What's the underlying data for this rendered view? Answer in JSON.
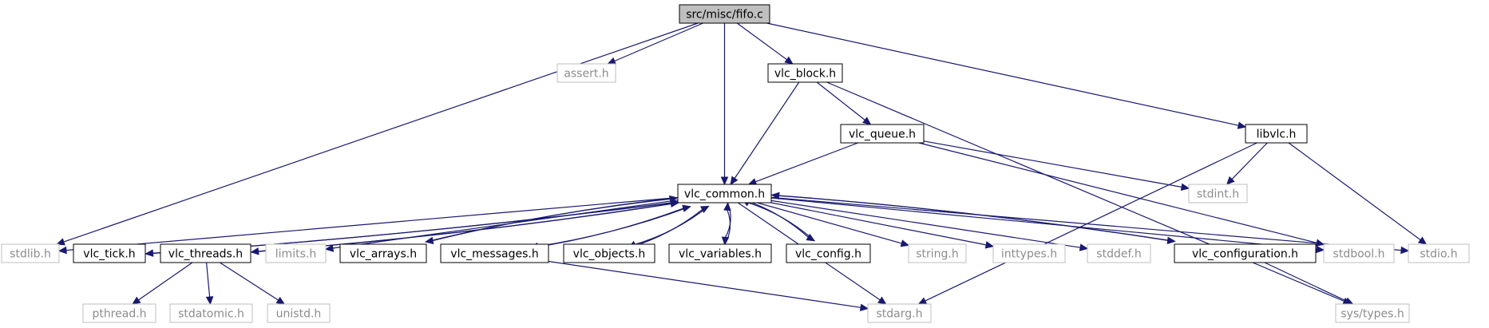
{
  "graph": {
    "root": "src/misc/fifo.c",
    "nodes": [
      {
        "id": "fifo",
        "label": "src/misc/fifo.c",
        "kind": "main"
      },
      {
        "id": "assert",
        "label": "assert.h",
        "kind": "system"
      },
      {
        "id": "vlc_block",
        "label": "vlc_block.h",
        "kind": "documented"
      },
      {
        "id": "libvlc",
        "label": "libvlc.h",
        "kind": "documented"
      },
      {
        "id": "vlc_queue",
        "label": "vlc_queue.h",
        "kind": "documented"
      },
      {
        "id": "vlc_common",
        "label": "vlc_common.h",
        "kind": "documented"
      },
      {
        "id": "stdint",
        "label": "stdint.h",
        "kind": "system"
      },
      {
        "id": "stdlib",
        "label": "stdlib.h",
        "kind": "system"
      },
      {
        "id": "vlc_tick",
        "label": "vlc_tick.h",
        "kind": "documented"
      },
      {
        "id": "vlc_threads",
        "label": "vlc_threads.h",
        "kind": "documented"
      },
      {
        "id": "limits",
        "label": "limits.h",
        "kind": "system"
      },
      {
        "id": "vlc_arrays",
        "label": "vlc_arrays.h",
        "kind": "documented"
      },
      {
        "id": "vlc_messages",
        "label": "vlc_messages.h",
        "kind": "documented"
      },
      {
        "id": "vlc_objects",
        "label": "vlc_objects.h",
        "kind": "documented"
      },
      {
        "id": "vlc_variables",
        "label": "vlc_variables.h",
        "kind": "documented"
      },
      {
        "id": "vlc_config",
        "label": "vlc_config.h",
        "kind": "documented"
      },
      {
        "id": "string",
        "label": "string.h",
        "kind": "system"
      },
      {
        "id": "inttypes",
        "label": "inttypes.h",
        "kind": "system"
      },
      {
        "id": "stddef",
        "label": "stddef.h",
        "kind": "system"
      },
      {
        "id": "vlc_configuration",
        "label": "vlc_configuration.h",
        "kind": "documented"
      },
      {
        "id": "stdbool",
        "label": "stdbool.h",
        "kind": "system"
      },
      {
        "id": "stdio",
        "label": "stdio.h",
        "kind": "system"
      },
      {
        "id": "pthread",
        "label": "pthread.h",
        "kind": "system"
      },
      {
        "id": "stdatomic",
        "label": "stdatomic.h",
        "kind": "system"
      },
      {
        "id": "unistd",
        "label": "unistd.h",
        "kind": "system"
      },
      {
        "id": "stdarg",
        "label": "stdarg.h",
        "kind": "system"
      },
      {
        "id": "systypes",
        "label": "sys/types.h",
        "kind": "system"
      }
    ],
    "edges": [
      {
        "from": "fifo",
        "to": "assert"
      },
      {
        "from": "fifo",
        "to": "vlc_block"
      },
      {
        "from": "fifo",
        "to": "libvlc"
      },
      {
        "from": "fifo",
        "to": "vlc_common"
      },
      {
        "from": "fifo",
        "to": "stdlib"
      },
      {
        "from": "vlc_block",
        "to": "vlc_queue"
      },
      {
        "from": "vlc_block",
        "to": "vlc_common"
      },
      {
        "from": "vlc_block",
        "to": "systypes"
      },
      {
        "from": "vlc_queue",
        "to": "vlc_common"
      },
      {
        "from": "vlc_queue",
        "to": "stdint"
      },
      {
        "from": "vlc_queue",
        "to": "stdbool"
      },
      {
        "from": "libvlc",
        "to": "stdint"
      },
      {
        "from": "libvlc",
        "to": "stdio"
      },
      {
        "from": "libvlc",
        "to": "stdarg"
      },
      {
        "from": "vlc_common",
        "to": "stdlib"
      },
      {
        "from": "vlc_common",
        "to": "vlc_tick"
      },
      {
        "from": "vlc_common",
        "to": "vlc_threads"
      },
      {
        "from": "vlc_common",
        "to": "limits"
      },
      {
        "from": "vlc_common",
        "to": "vlc_arrays"
      },
      {
        "from": "vlc_common",
        "to": "vlc_messages"
      },
      {
        "from": "vlc_common",
        "to": "vlc_objects"
      },
      {
        "from": "vlc_common",
        "to": "vlc_variables"
      },
      {
        "from": "vlc_common",
        "to": "vlc_config"
      },
      {
        "from": "vlc_common",
        "to": "string"
      },
      {
        "from": "vlc_common",
        "to": "inttypes"
      },
      {
        "from": "vlc_common",
        "to": "stddef"
      },
      {
        "from": "vlc_common",
        "to": "vlc_configuration"
      },
      {
        "from": "vlc_common",
        "to": "stdbool"
      },
      {
        "from": "vlc_common",
        "to": "stdio"
      },
      {
        "from": "vlc_common",
        "to": "stdarg"
      },
      {
        "from": "vlc_tick",
        "to": "vlc_common"
      },
      {
        "from": "vlc_threads",
        "to": "vlc_common"
      },
      {
        "from": "vlc_arrays",
        "to": "vlc_common"
      },
      {
        "from": "vlc_messages",
        "to": "vlc_common"
      },
      {
        "from": "vlc_objects",
        "to": "vlc_common"
      },
      {
        "from": "vlc_variables",
        "to": "vlc_common"
      },
      {
        "from": "vlc_config",
        "to": "vlc_common"
      },
      {
        "from": "vlc_configuration",
        "to": "vlc_common"
      },
      {
        "from": "vlc_threads",
        "to": "pthread"
      },
      {
        "from": "vlc_threads",
        "to": "stdatomic"
      },
      {
        "from": "vlc_threads",
        "to": "unistd"
      },
      {
        "from": "vlc_messages",
        "to": "stdarg"
      },
      {
        "from": "vlc_configuration",
        "to": "systypes"
      }
    ],
    "colors": {
      "edge": "#191970",
      "main_fill": "#bfbfbf",
      "documented_border": "#000000",
      "system_border": "#bfbfbf",
      "system_text": "#8c8c8c"
    }
  }
}
